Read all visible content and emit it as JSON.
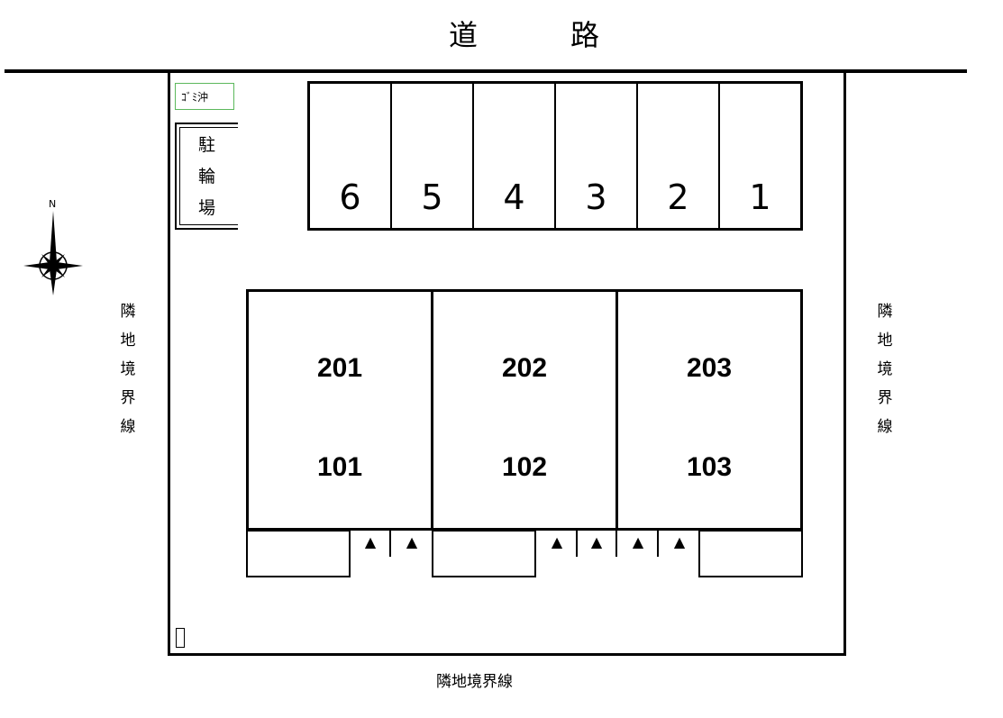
{
  "road": {
    "char1": "道",
    "char2": "路"
  },
  "garbage": {
    "label": "ｺﾞﾐ沖"
  },
  "bike_parking": {
    "chars": [
      "駐",
      "輪",
      "場"
    ]
  },
  "parking_spots": [
    "6",
    "5",
    "4",
    "3",
    "2",
    "1"
  ],
  "units": [
    {
      "upper": "201",
      "lower": "101"
    },
    {
      "upper": "202",
      "lower": "102"
    },
    {
      "upper": "203",
      "lower": "103"
    }
  ],
  "stairs_symbol": "▲",
  "compass": {
    "north": "N"
  },
  "labels": {
    "left_boundary": [
      "隣",
      "地",
      "境",
      "界",
      "線"
    ],
    "right_boundary": [
      "隣",
      "地",
      "境",
      "界",
      "線"
    ],
    "bottom_boundary": "隣地境界線"
  }
}
